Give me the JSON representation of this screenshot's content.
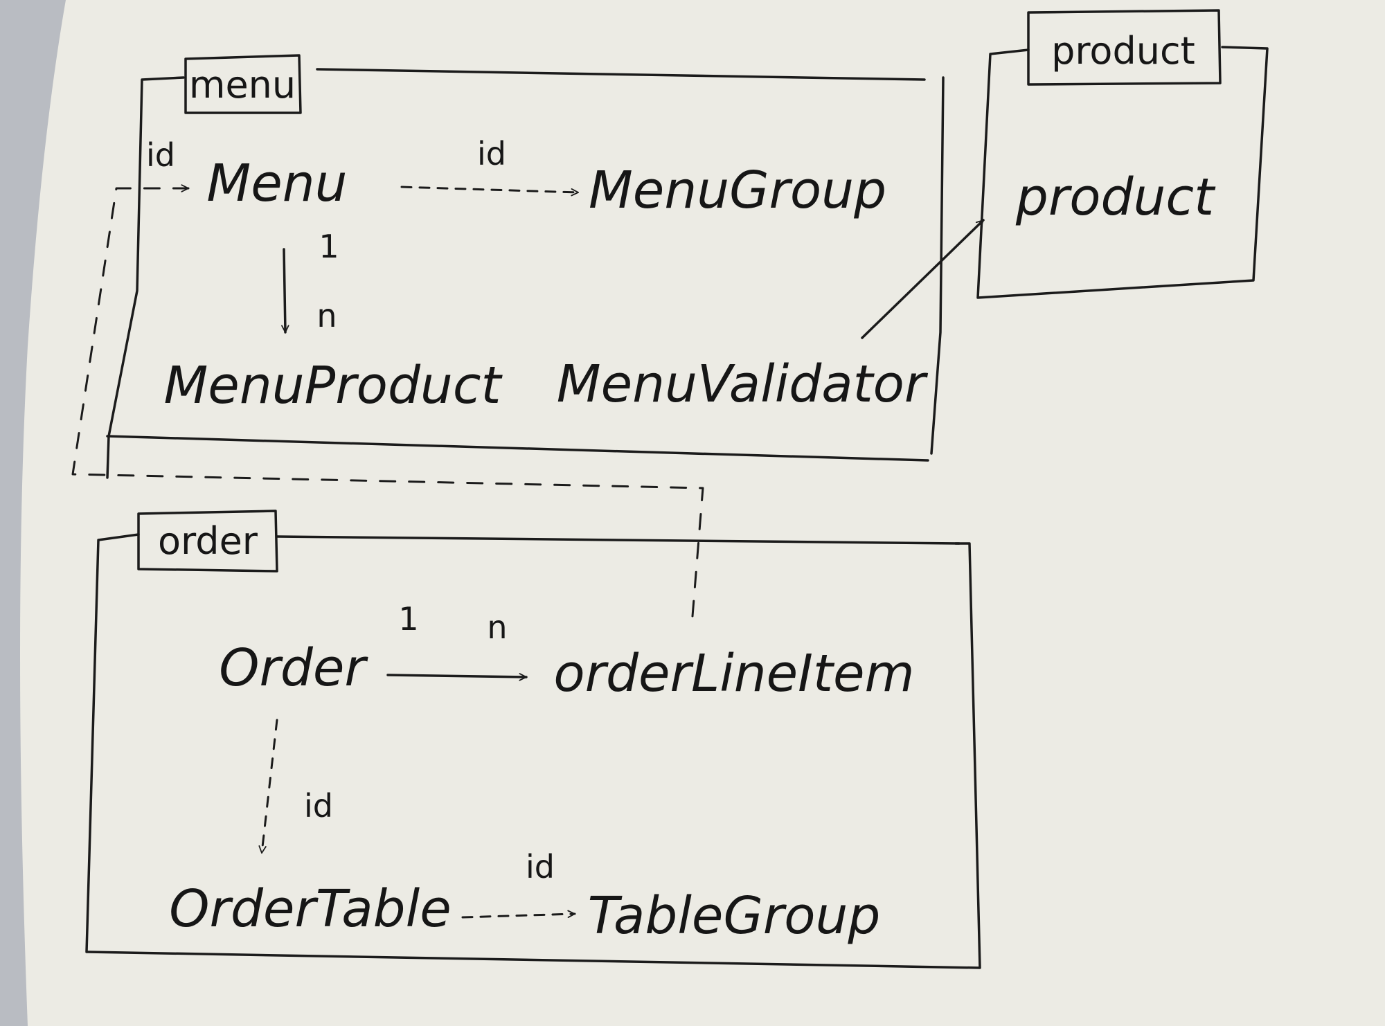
{
  "packages": {
    "menu": {
      "label": "menu"
    },
    "product": {
      "label": "product"
    },
    "order": {
      "label": "order"
    }
  },
  "classes": {
    "menu": "Menu",
    "menu_group": "MenuGroup",
    "menu_product": "MenuProduct",
    "menu_validator": "MenuValidator",
    "product": "product",
    "order": "Order",
    "order_line_item": "orderLineItem",
    "order_table": "OrderTable",
    "table_group": "TableGroup"
  },
  "edge_labels": {
    "order_line_item_to_menu": "id",
    "menu_to_menu_group": "id",
    "menu_to_menu_product_one": "1",
    "menu_to_menu_product_many": "n",
    "order_to_line_item_one": "1",
    "order_to_line_item_many": "n",
    "order_to_order_table": "id",
    "order_table_to_table_group": "id"
  },
  "colors": {
    "ink": "#1b1b1b",
    "paper": "#ecebe4",
    "background": "#b9bcc2"
  }
}
